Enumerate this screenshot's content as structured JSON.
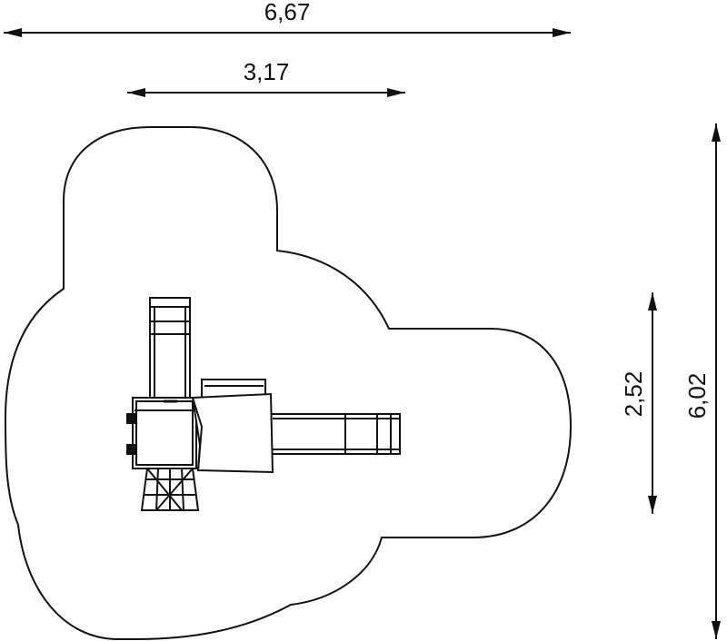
{
  "dimensions": {
    "overall_width": "6,67",
    "inner_width": "3,17",
    "overall_depth": "6,02",
    "inner_depth": "2,52"
  },
  "colors": {
    "stroke": "#111111",
    "fill": "#ffffff"
  }
}
